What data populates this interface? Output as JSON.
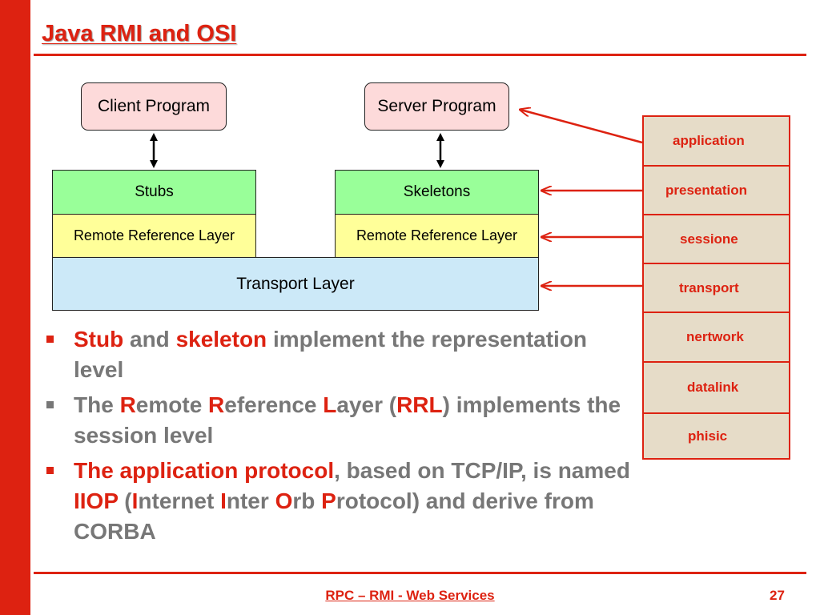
{
  "slide": {
    "title": "Java RMI and OSI",
    "footer": "RPC – RMI - Web Services",
    "page_number": "27"
  },
  "diagram": {
    "client_program": "Client Program",
    "server_program": "Server Program",
    "stubs": "Stubs",
    "skeletons": "Skeletons",
    "rrl_client": "Remote Reference Layer",
    "rrl_server": "Remote Reference Layer",
    "transport": "Transport Layer"
  },
  "osi": {
    "layers": [
      "application",
      "presentation",
      "sessione",
      "transport",
      "nertwork",
      "datalink",
      "phisic"
    ]
  },
  "bullets": {
    "b1": {
      "stub": "Stub",
      "and": " and ",
      "skeleton": "skeleton",
      "rest": " implement the representation level"
    },
    "b2": {
      "the": "The ",
      "r1": "R",
      "emote": "emote ",
      "r2": "R",
      "eference": "eference ",
      "l": "L",
      "ayer": "ayer (",
      "rrl": "RRL",
      "rest": ") implements the session level"
    },
    "b3": {
      "protocol": "The application protocol",
      "mid": ", based on TCP/IP, is named ",
      "iiop": "IIOP",
      "paren": " (",
      "i1": "I",
      "nternet": "nternet ",
      "i2": "I",
      "nter": "nter ",
      "o": "O",
      "rb": "rb ",
      "p": "P",
      "rest": "rotocol) and derive from CORBA"
    }
  },
  "colors": {
    "accent": "#dd2211",
    "program_fill": "#fddada",
    "stub_fill": "#99ff99",
    "rrl_fill": "#ffff99",
    "transport_fill": "#cce9f8",
    "osi_fill": "#e6dcc8",
    "body_text": "#777777"
  }
}
